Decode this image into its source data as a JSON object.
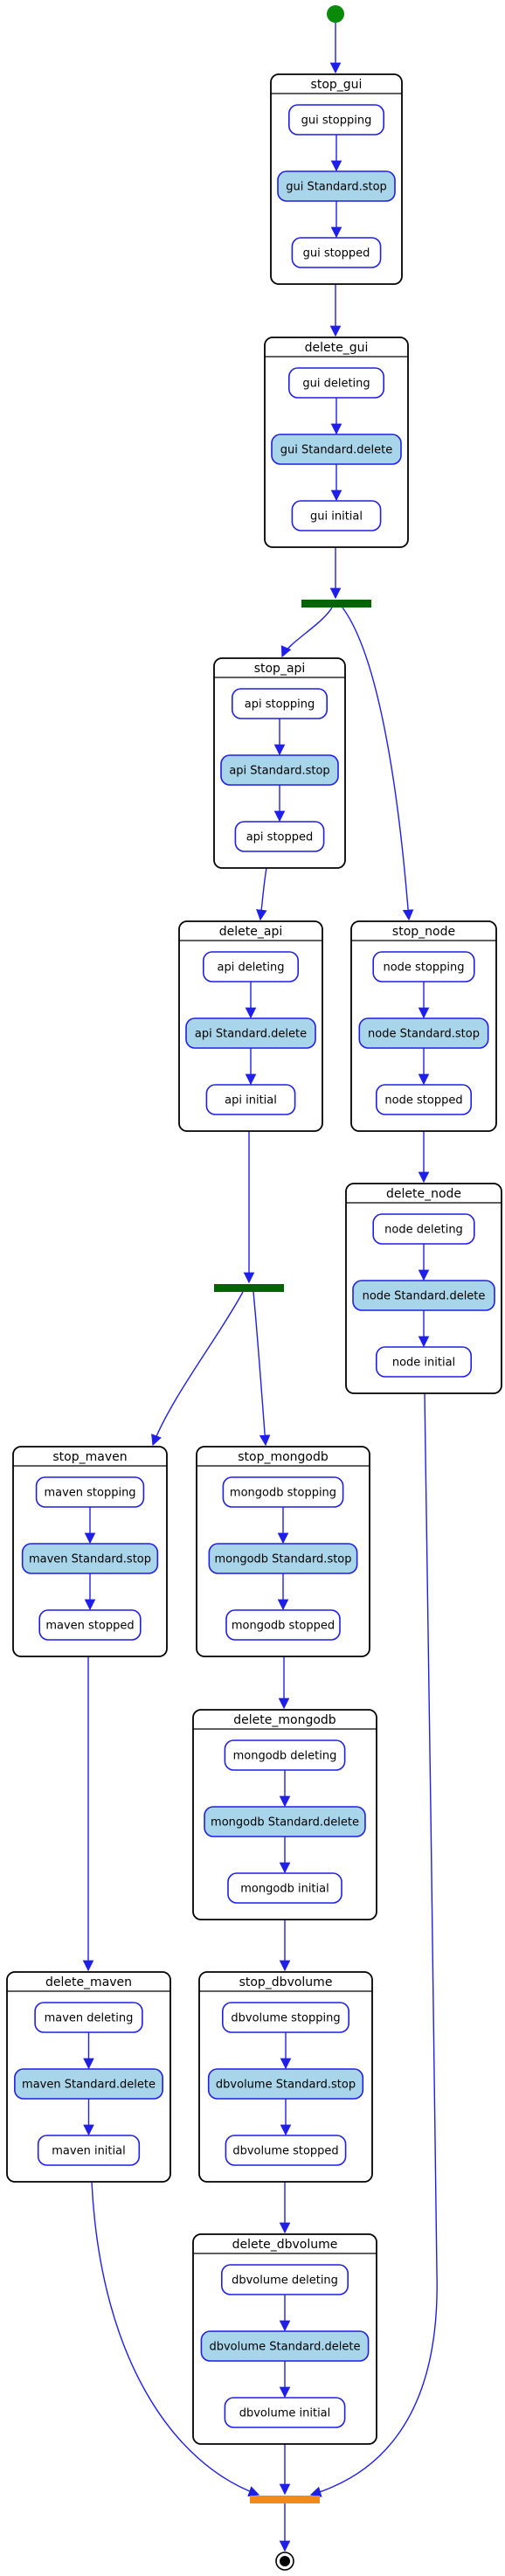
{
  "colors": {
    "edge": "#1f1fe8",
    "group_border": "#000000",
    "state_border": "#1f1fe8",
    "state_fill": "#ffffff",
    "active_fill": "#a8d5ea",
    "fork_bar": "#006400",
    "join_bar": "#f28a1b",
    "start_node": "#0a8a0a"
  },
  "groups": [
    {
      "id": "stop_gui",
      "title": "stop_gui",
      "states": [
        "gui stopping",
        "gui Standard.stop",
        "gui stopped"
      ]
    },
    {
      "id": "delete_gui",
      "title": "delete_gui",
      "states": [
        "gui deleting",
        "gui Standard.delete",
        "gui initial"
      ]
    },
    {
      "id": "stop_api",
      "title": "stop_api",
      "states": [
        "api stopping",
        "api Standard.stop",
        "api stopped"
      ]
    },
    {
      "id": "delete_api",
      "title": "delete_api",
      "states": [
        "api deleting",
        "api Standard.delete",
        "api initial"
      ]
    },
    {
      "id": "stop_node",
      "title": "stop_node",
      "states": [
        "node stopping",
        "node Standard.stop",
        "node stopped"
      ]
    },
    {
      "id": "delete_node",
      "title": "delete_node",
      "states": [
        "node deleting",
        "node Standard.delete",
        "node initial"
      ]
    },
    {
      "id": "stop_maven",
      "title": "stop_maven",
      "states": [
        "maven stopping",
        "maven Standard.stop",
        "maven stopped"
      ]
    },
    {
      "id": "stop_mongodb",
      "title": "stop_mongodb",
      "states": [
        "mongodb stopping",
        "mongodb Standard.stop",
        "mongodb stopped"
      ]
    },
    {
      "id": "delete_mongodb",
      "title": "delete_mongodb",
      "states": [
        "mongodb deleting",
        "mongodb Standard.delete",
        "mongodb initial"
      ]
    },
    {
      "id": "delete_maven",
      "title": "delete_maven",
      "states": [
        "maven deleting",
        "maven Standard.delete",
        "maven initial"
      ]
    },
    {
      "id": "stop_dbvolume",
      "title": "stop_dbvolume",
      "states": [
        "dbvolume stopping",
        "dbvolume Standard.stop",
        "dbvolume stopped"
      ]
    },
    {
      "id": "delete_dbvolume",
      "title": "delete_dbvolume",
      "states": [
        "dbvolume deleting",
        "dbvolume Standard.delete",
        "dbvolume initial"
      ]
    }
  ],
  "edges": [
    {
      "from": "start",
      "to": "stop_gui"
    },
    {
      "from": "stop_gui",
      "to": "delete_gui"
    },
    {
      "from": "delete_gui",
      "to": "fork1"
    },
    {
      "from": "fork1",
      "to": "stop_api"
    },
    {
      "from": "fork1",
      "to": "stop_node"
    },
    {
      "from": "stop_api",
      "to": "delete_api"
    },
    {
      "from": "stop_node",
      "to": "delete_node"
    },
    {
      "from": "delete_api",
      "to": "fork2"
    },
    {
      "from": "fork2",
      "to": "stop_maven"
    },
    {
      "from": "fork2",
      "to": "stop_mongodb"
    },
    {
      "from": "stop_maven",
      "to": "delete_maven"
    },
    {
      "from": "stop_mongodb",
      "to": "delete_mongodb"
    },
    {
      "from": "delete_mongodb",
      "to": "stop_dbvolume"
    },
    {
      "from": "stop_dbvolume",
      "to": "delete_dbvolume"
    },
    {
      "from": "delete_maven",
      "to": "join"
    },
    {
      "from": "delete_dbvolume",
      "to": "join"
    },
    {
      "from": "delete_node",
      "to": "join"
    },
    {
      "from": "join",
      "to": "end"
    }
  ]
}
